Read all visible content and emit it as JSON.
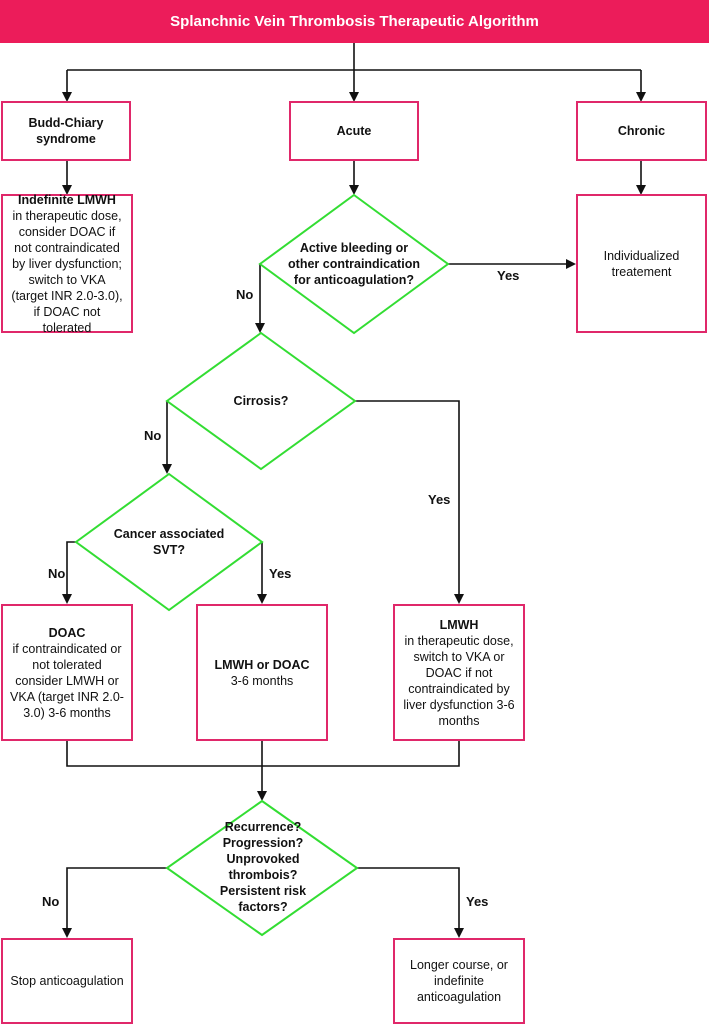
{
  "title": "Splanchnic Vein Thrombosis Therapeutic Algorithm",
  "nodes": {
    "budd_chiari": "Budd-Chiary syndrome",
    "acute": "Acute",
    "chronic": "Chronic",
    "budd_treatment": {
      "head": "Indefinite LMWH",
      "body": "in therapeutic dose, consider DOAC if not contraindicated by liver dysfunction; switch to VKA (target INR 2.0-3.0), if DOAC not tolerated"
    },
    "q_bleeding": "Active bleeding or other contraindication for anticoagulation?",
    "individualized": "Individualized treatement",
    "q_cirrosis": "Cirrosis?",
    "q_cancer": "Cancer associated SVT?",
    "doac": {
      "head": "DOAC",
      "body": "if contraindicated or not tolerated consider LMWH or VKA (target INR 2.0-3.0) 3-6 months"
    },
    "lmwh_doac": {
      "head": "LMWH or DOAC",
      "body": "3-6 months"
    },
    "lmwh": {
      "head": "LMWH",
      "body": "in therapeutic dose, switch to VKA or DOAC if not contraindicated by liver dysfunction 3-6 months"
    },
    "q_recurrence": "Recurrence? Progression? Unprovoked thrombois? Persistent risk factors?",
    "stop": "Stop anticoagulation",
    "longer": "Longer course, or indefinite anticoagulation"
  },
  "labels": {
    "bleeding_yes": "Yes",
    "bleeding_no": "No",
    "cirrosis_no": "No",
    "cirrosis_yes": "Yes",
    "cancer_no": "No",
    "cancer_yes": "Yes",
    "recurrence_no": "No",
    "recurrence_yes": "Yes"
  },
  "colors": {
    "title_bg": "#ec1c5a",
    "box_border": "#e0286a",
    "diamond_border": "#33dd33"
  }
}
